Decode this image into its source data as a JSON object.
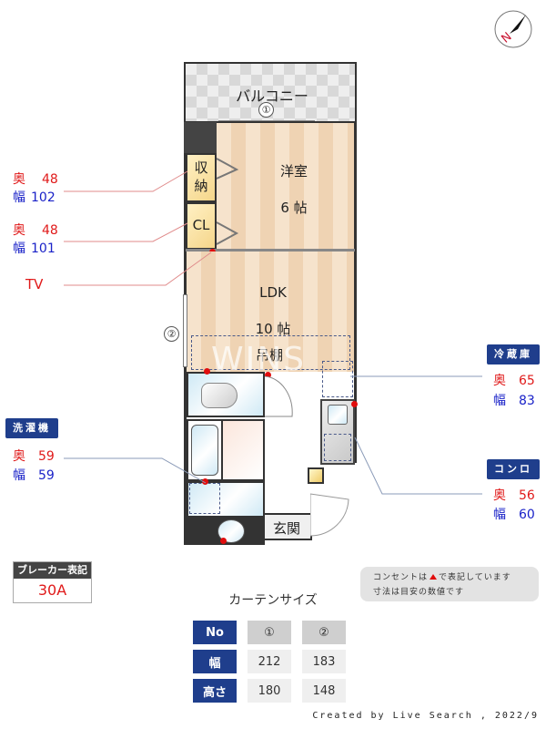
{
  "compass": {
    "label": "N"
  },
  "rooms": {
    "balcony": {
      "label": "バルコニー",
      "window_no": "①"
    },
    "western_room": {
      "label": "洋室",
      "size": "6 帖"
    },
    "storage": {
      "label": "収納"
    },
    "closet": {
      "label": "CL"
    },
    "ldk": {
      "label": "LDK",
      "size": "10 帖",
      "shelf": "吊棚"
    },
    "entrance": {
      "label": "玄関"
    },
    "window_two": "②"
  },
  "watermark": "WINS",
  "left_annotations": [
    {
      "depth_label": "奥",
      "depth": "48",
      "width_label": "幅",
      "width": "102",
      "target": "収納"
    },
    {
      "depth_label": "奥",
      "depth": "48",
      "width_label": "幅",
      "width": "101",
      "target": "CL"
    },
    {
      "label": "TV"
    }
  ],
  "appliances": {
    "washer": {
      "title": "洗濯機",
      "depth_label": "奥",
      "depth": "59",
      "width_label": "幅",
      "width": "59"
    },
    "fridge": {
      "title": "冷蔵庫",
      "depth_label": "奥",
      "depth": "65",
      "width_label": "幅",
      "width": "83"
    },
    "stove": {
      "title": "コンロ",
      "depth_label": "奥",
      "depth": "56",
      "width_label": "幅",
      "width": "60"
    }
  },
  "breaker": {
    "title": "ブレーカー表記",
    "value": "30A"
  },
  "notes": {
    "line1_before": "コンセントは",
    "line1_after": "で表記しています",
    "line2": "寸法は目安の数値です"
  },
  "curtain": {
    "title": "カーテンサイズ",
    "headers": [
      "No",
      "①",
      "②"
    ],
    "rows": [
      {
        "label": "幅",
        "values": [
          "212",
          "183"
        ]
      },
      {
        "label": "高さ",
        "values": [
          "180",
          "148"
        ]
      }
    ]
  },
  "footer": "Created by Live Search , 2022/9",
  "colors": {
    "navy": "#1f3e8c",
    "depth_red": "#e01a1a",
    "width_blue": "#1a22c8",
    "outlet_red": "#e10d0d"
  }
}
